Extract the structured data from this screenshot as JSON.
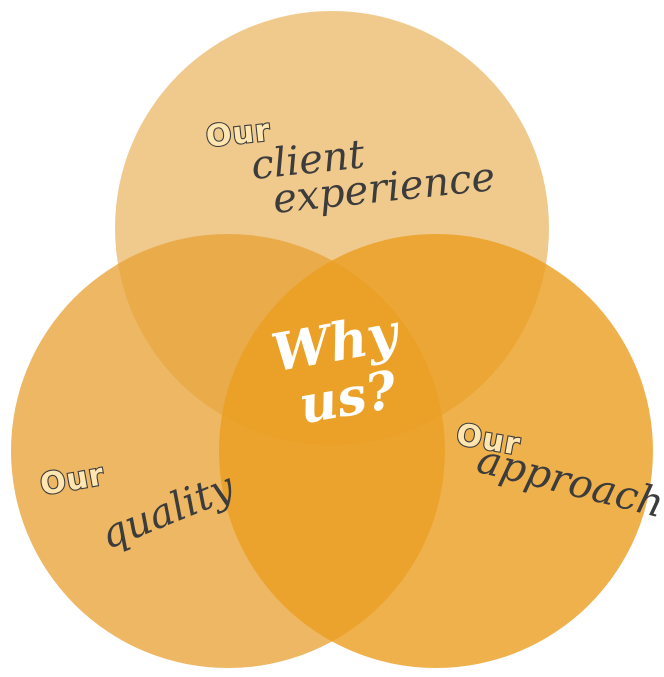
{
  "diagram": {
    "circles": [
      {
        "id": "client-experience",
        "fill": "#e9b25c",
        "opacity": 0.7
      },
      {
        "id": "quality",
        "fill": "#e8a338",
        "opacity": 0.78
      },
      {
        "id": "approach",
        "fill": "#eb9d1f",
        "opacity": 0.8
      }
    ],
    "labels": {
      "client_experience": {
        "our": "Our",
        "line1": "client",
        "line2": "experience"
      },
      "quality": {
        "our": "Our",
        "line1": "quality"
      },
      "approach": {
        "our": "Our",
        "line1": "approach"
      },
      "center": {
        "line1": "Why",
        "line2": "us?"
      }
    },
    "colors": {
      "text_dark": "#3c3c3c",
      "text_light": "#ffffff"
    }
  }
}
